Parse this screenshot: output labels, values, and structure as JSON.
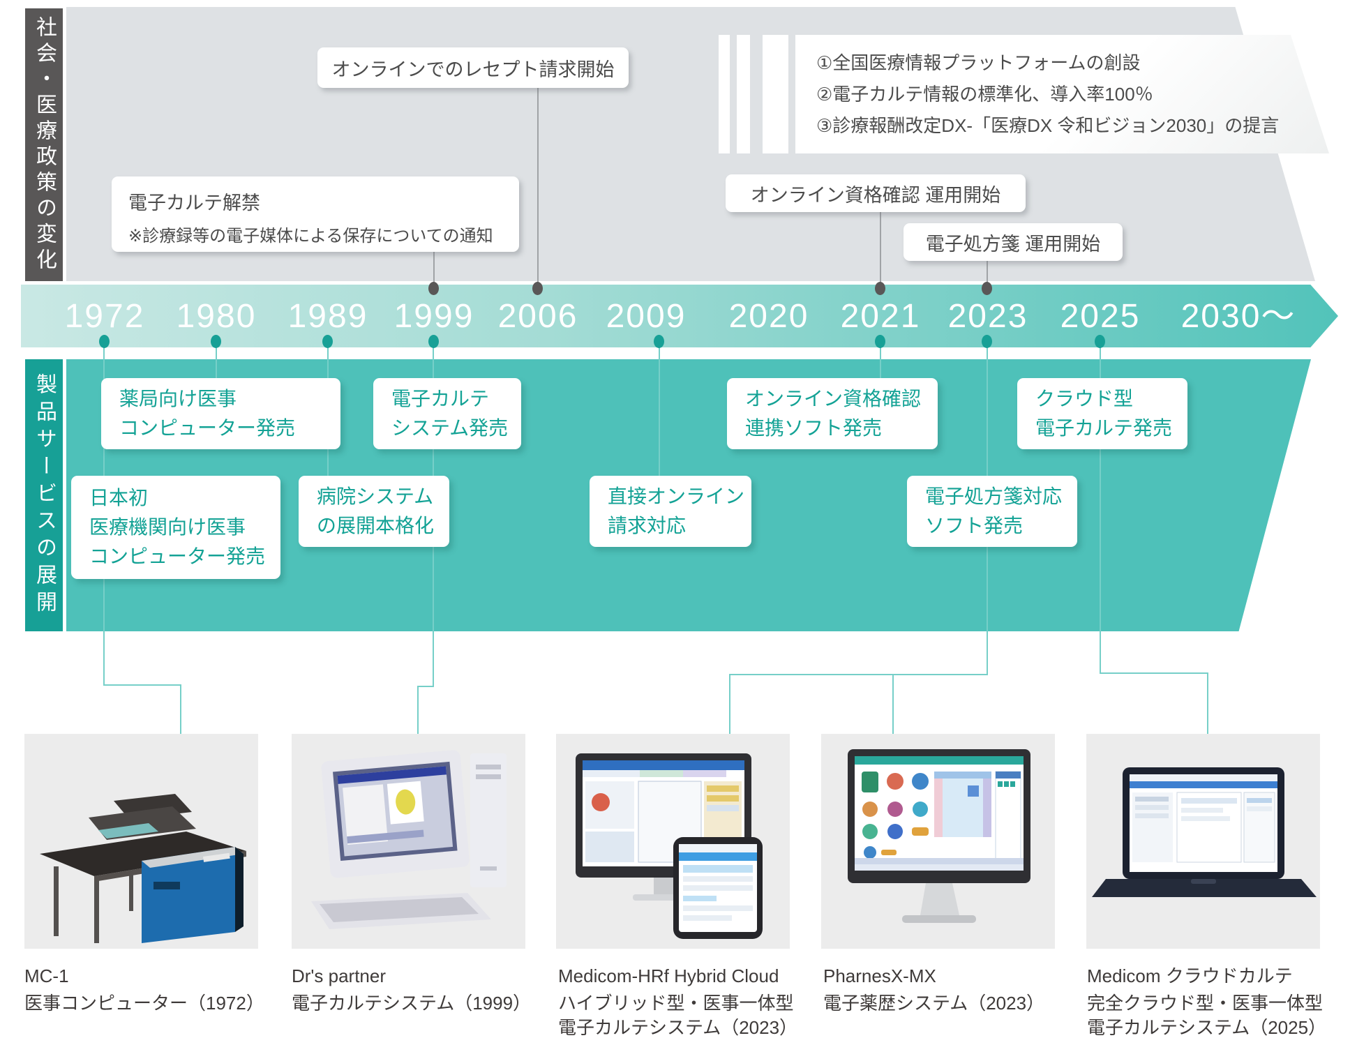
{
  "policy_section": {
    "tab_label": "社会・医療政策の変化",
    "callout_receipt": "オンラインでのレセプト請求開始",
    "callout_karte_title": "電子カルテ解禁",
    "callout_karte_note": "※診療録等の電子媒体による保存についての通知",
    "callout_shikaku": "オンライン資格確認 運用開始",
    "callout_shohousen": "電子処方箋 運用開始",
    "vision_items": [
      "①全国医療情報プラットフォームの創設",
      "②電子カルテ情報の標準化、導入率100％",
      "③診療報酬改定DX-「医療DX 令和ビジョン2030」の提言"
    ]
  },
  "timeline": {
    "years": [
      "1972",
      "1980",
      "1989",
      "1999",
      "2006",
      "2009",
      "2020",
      "2021",
      "2023",
      "2025",
      "2030〜"
    ]
  },
  "product_section": {
    "tab_label": "製品サービスの展開",
    "callout_jp_first": "日本初\n医療機関向け医事\nコンピューター発売",
    "callout_pharmacy": "薬局向け医事\nコンピューター発売",
    "callout_hospital": "病院システム\nの展開本格化",
    "callout_ekarte": "電子カルテ\nシステム発売",
    "callout_direct_online": "直接オンライン\n請求対応",
    "callout_shikaku_soft": "オンライン資格確認\n連携ソフト発売",
    "callout_shohousen_soft": "電子処方箋対応\nソフト発売",
    "callout_cloud_karte": "クラウド型\n電子カルテ発売"
  },
  "products": [
    {
      "name": "MC-1",
      "desc": "医事コンピューター（1972）"
    },
    {
      "name": "Dr's partner",
      "desc": "電子カルテシステム（1999）"
    },
    {
      "name": "Medicom-HRf Hybrid Cloud",
      "desc": "ハイブリッド型・医事一体型\n電子カルテシステム（2023）"
    },
    {
      "name": "PharnesX-MX",
      "desc": "電子薬歴システム（2023）"
    },
    {
      "name": "Medicom クラウドカルテ",
      "desc": "完全クラウド型・医事一体型\n電子カルテシステム（2025）"
    }
  ],
  "colors": {
    "policy_band": "#dee1e4",
    "policy_tab": "#595757",
    "year_band_left": "#c9e8e4",
    "year_band_right": "#52c3ba",
    "product_band": "#4ec1b9",
    "product_tab": "#17a096",
    "callout_teal_text": "#13a295",
    "gray_text": "#4b4b4b",
    "caption_text": "#3e3a39",
    "photo_background": "#ececec"
  }
}
